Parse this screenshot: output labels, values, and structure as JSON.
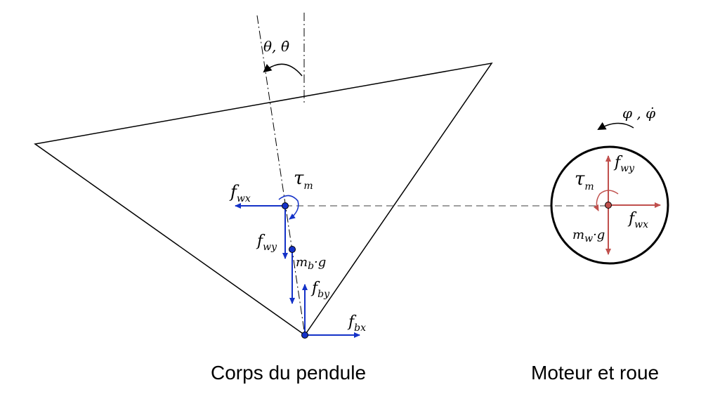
{
  "captions": {
    "left": "Corps du pendule",
    "right": "Moteur et roue"
  },
  "body_labels": {
    "theta": "θ,",
    "theta_dot": "θ̇",
    "tau": "τ",
    "tau_sub": "m",
    "fwx": "f",
    "fwx_sub": "wx",
    "fwy": "f",
    "fwy_sub": "wy",
    "mb": "m",
    "mb_sub": "b",
    "mb_g": "·g",
    "fby": "f",
    "fby_sub": "by",
    "fbx": "f",
    "fbx_sub": "bx"
  },
  "wheel_labels": {
    "phi": "φ , φ̇",
    "tau": "τ",
    "tau_sub": "m",
    "fwy": "f",
    "fwy_sub": "wy",
    "fwx": "f",
    "fwx_sub": "wx",
    "mw": "m",
    "mw_sub": "w",
    "mw_g": "·g"
  },
  "colors": {
    "blue_vector": "#1432c8",
    "red_vector": "#c0504d",
    "line": "#000000",
    "dashed": "#666666"
  }
}
